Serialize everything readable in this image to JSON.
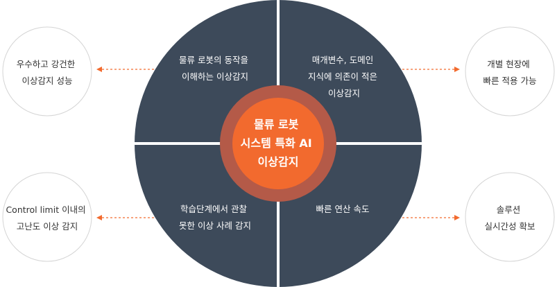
{
  "colors": {
    "quadrant": "#3d4a5a",
    "accent": "#f26a2e",
    "ring": "#b45a48",
    "divider": "#ffffff",
    "circle_border": "#d4d4d4",
    "side_text": "#333333"
  },
  "center": {
    "lines": [
      "물류 로봇",
      "시스템 특화 AI",
      "이상감지"
    ]
  },
  "quadrants": {
    "top_left": {
      "lines": [
        "물류 로봇의 동작을",
        "이해하는 이상감지"
      ]
    },
    "top_right": {
      "lines": [
        "매개변수, 도메인",
        "지식에 의존이 적은",
        "이상감지"
      ]
    },
    "bottom_left": {
      "lines": [
        "학습단계에서 관찰",
        "못한 이상 사례 감지"
      ]
    },
    "bottom_right": {
      "lines": [
        "빠른 연산 속도"
      ]
    }
  },
  "side_circles": {
    "top_left": {
      "lines": [
        "우수하고 강건한",
        "이상감지 성능"
      ]
    },
    "top_right": {
      "lines": [
        "개별 현장에",
        "빠른 적용 가능"
      ]
    },
    "bottom_left": {
      "lines": [
        "Control limit 이내의",
        "고난도 이상 감지"
      ]
    },
    "bottom_right": {
      "lines": [
        "솔루션",
        "실시간성 확보"
      ]
    }
  }
}
